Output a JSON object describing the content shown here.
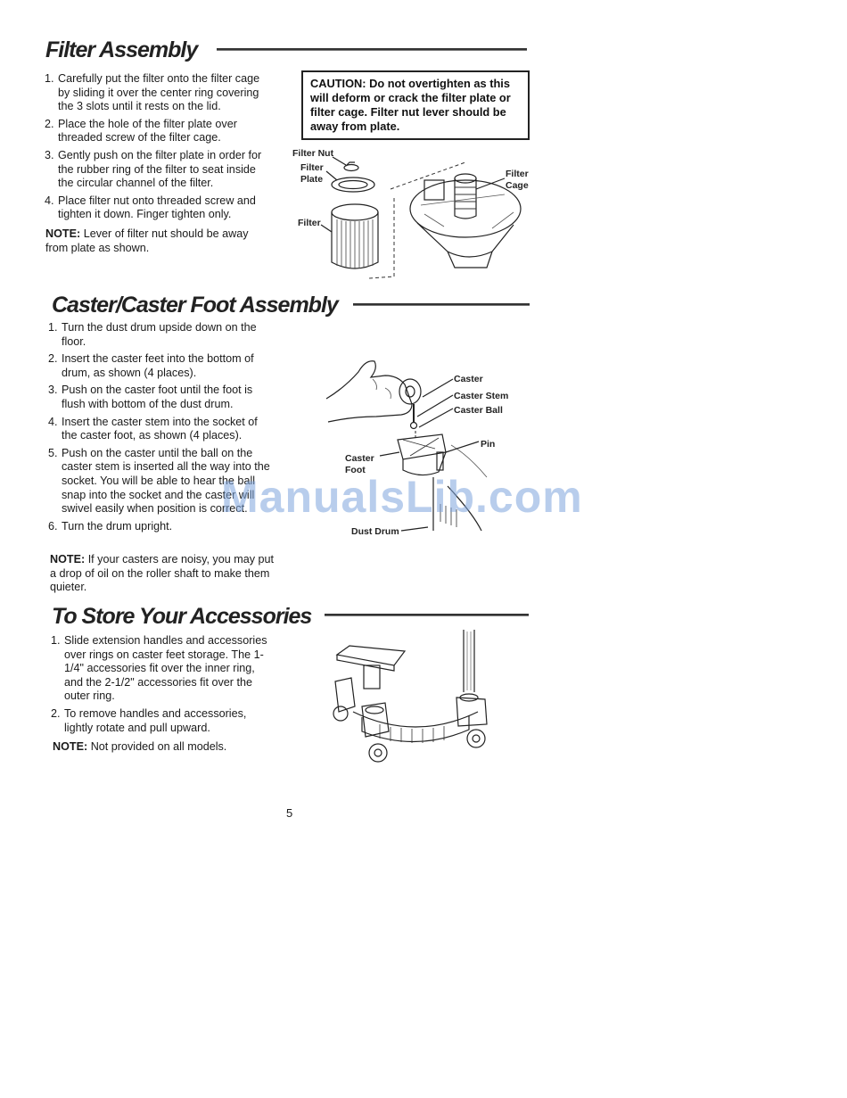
{
  "filter_section": {
    "title": "Filter Assembly",
    "steps": [
      {
        "num": "1.",
        "text": "Carefully put the filter onto the filter cage by sliding it over the center ring covering the 3 slots until it rests on the lid."
      },
      {
        "num": "2.",
        "text": "Place the hole of the filter plate over threaded screw of the filter cage."
      },
      {
        "num": "3.",
        "text": "Gently push on the filter plate in order for the rubber ring of the filter to seat inside the circular channel of the filter."
      },
      {
        "num": "4.",
        "text": "Place filter nut onto threaded screw and tighten it down. Finger tighten only."
      }
    ],
    "note_label": "NOTE:",
    "note_text": "Lever of filter nut should be away from plate as shown.",
    "caution": "CAUTION: Do not overtighten as this will deform or crack the filter plate or filter cage. Filter nut lever should be away from plate.",
    "figure_labels": {
      "filter_nut": "Filter Nut",
      "filter_plate_1": "Filter",
      "filter_plate_2": "Plate",
      "filter": "Filter",
      "filter_cage_1": "Filter",
      "filter_cage_2": "Cage"
    }
  },
  "caster_section": {
    "title": "Caster/Caster Foot Assembly",
    "steps": [
      {
        "num": "1.",
        "text": "Turn the dust drum upside down on the floor."
      },
      {
        "num": "2.",
        "text": "Insert the caster feet into the bottom of drum, as shown (4 places)."
      },
      {
        "num": "3.",
        "text": "Push on the caster foot until the foot is flush with bottom of the dust drum."
      },
      {
        "num": "4.",
        "text": "Insert the caster stem into the socket of the caster foot, as shown (4 places)."
      },
      {
        "num": "5.",
        "text": "Push on the caster until the ball on the caster stem is inserted all the way into the socket. You will be able to hear the ball snap into the socket and the caster will swivel easily when position is correct."
      },
      {
        "num": "6.",
        "text": "Turn the drum upright."
      }
    ],
    "note_label": "NOTE:",
    "note_text": "If your casters are noisy, you may put a drop of oil on the roller shaft to make them quieter.",
    "figure_labels": {
      "caster": "Caster",
      "caster_stem": "Caster Stem",
      "caster_ball": "Caster Ball",
      "pin": "Pin",
      "caster_foot_1": "Caster",
      "caster_foot_2": "Foot",
      "dust_drum": "Dust Drum"
    }
  },
  "store_section": {
    "title": "To Store Your Accessories",
    "steps": [
      {
        "num": "1.",
        "text": "Slide extension handles and accessories over rings on caster feet storage. The 1-1/4\" accessories fit over the inner ring, and the 2-1/2\" accessories fit over the outer ring."
      },
      {
        "num": "2.",
        "text": "To remove handles and accessories, lightly rotate and pull upward."
      }
    ],
    "note_label": "NOTE:",
    "note_text": "Not provided on all models."
  },
  "watermark": "ManualsLib.com",
  "page_number": "5"
}
